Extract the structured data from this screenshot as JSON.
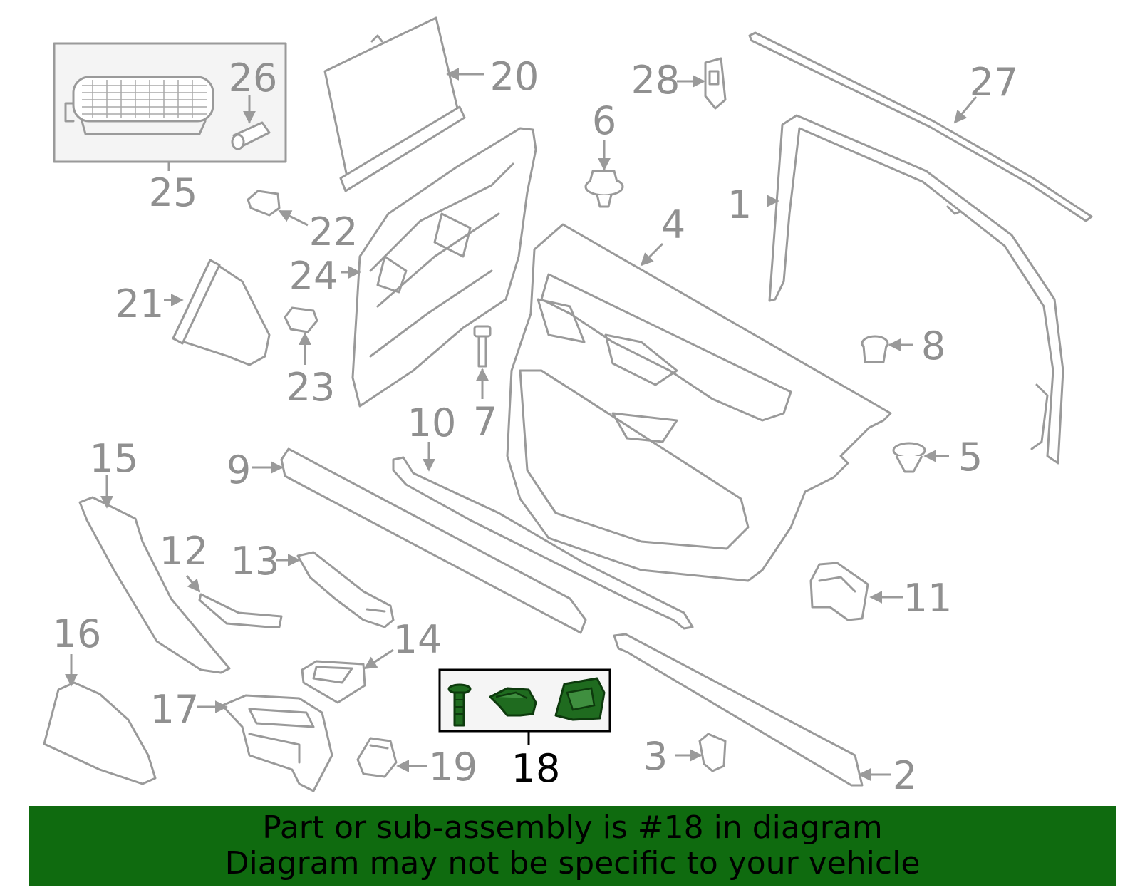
{
  "callouts": {
    "c1": "1",
    "c2": "2",
    "c3": "3",
    "c4": "4",
    "c5": "5",
    "c6": "6",
    "c7": "7",
    "c8": "8",
    "c9": "9",
    "c10": "10",
    "c11": "11",
    "c12": "12",
    "c13": "13",
    "c14": "14",
    "c15": "15",
    "c16": "16",
    "c17": "17",
    "c18": "18",
    "c19": "19",
    "c20": "20",
    "c21": "21",
    "c22": "22",
    "c23": "23",
    "c24": "24",
    "c25": "25",
    "c26": "26",
    "c27": "27",
    "c28": "28"
  },
  "highlighted_part": "18",
  "colors": {
    "line_art": "#9a9a9a",
    "highlight": "#1f6b1f",
    "banner": "#0f6b0f"
  },
  "banner": {
    "line1": "Part or sub-assembly is #18 in diagram",
    "line2": "Diagram may not be specific to your vehicle"
  }
}
